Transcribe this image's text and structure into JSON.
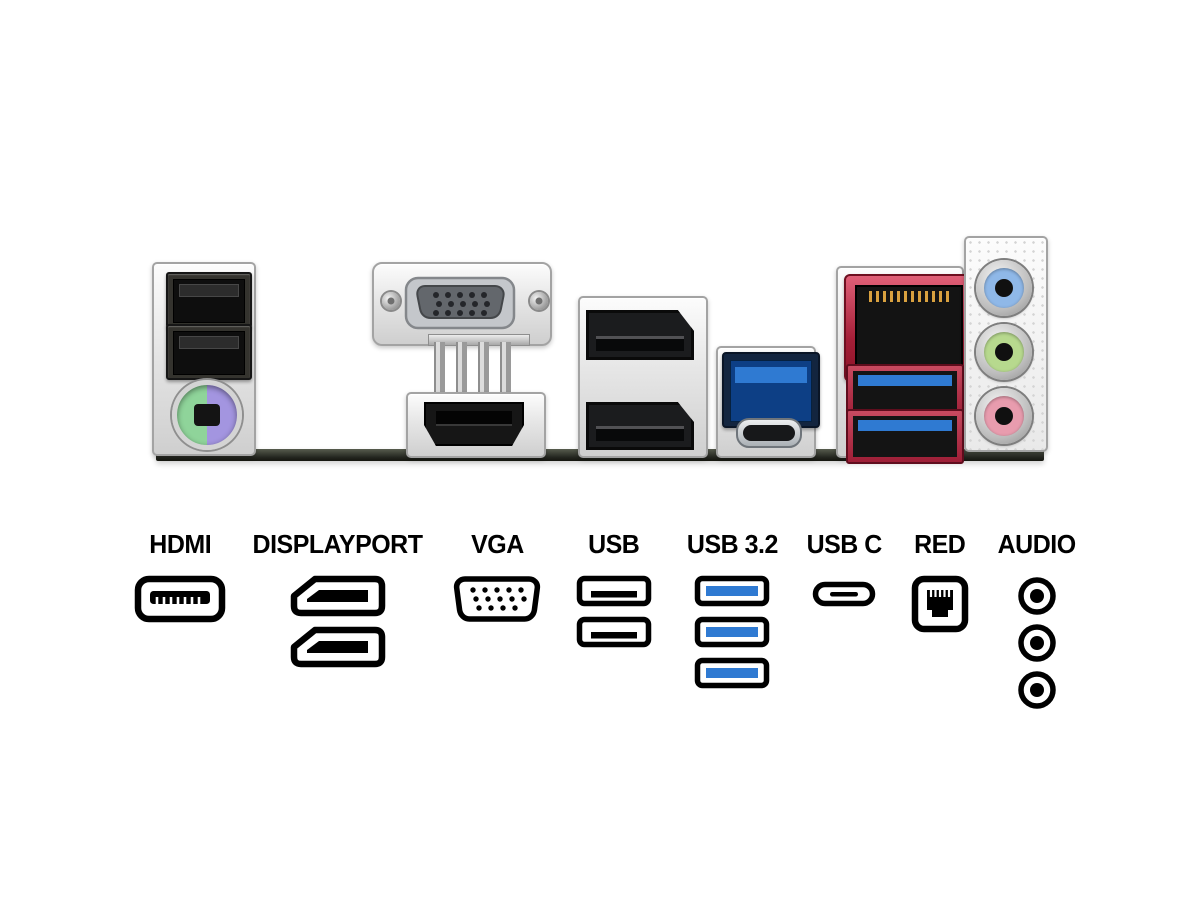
{
  "legend": {
    "items": [
      {
        "label": "HDMI",
        "icon": "hdmi-icon",
        "count": 1
      },
      {
        "label": "DISPLAYPORT",
        "icon": "displayport-icon",
        "count": 2
      },
      {
        "label": "VGA",
        "icon": "vga-icon",
        "count": 1
      },
      {
        "label": "USB",
        "icon": "usb-icon",
        "count": 2
      },
      {
        "label": "USB 3.2",
        "icon": "usb3-icon",
        "count": 3
      },
      {
        "label": "USB C",
        "icon": "usbc-icon",
        "count": 1
      },
      {
        "label": "RED",
        "icon": "ethernet-icon",
        "count": 1
      },
      {
        "label": "AUDIO",
        "icon": "audio-jack-icon",
        "count": 3
      }
    ]
  },
  "panel": {
    "ports": [
      {
        "name": "usb-2-0-port-top"
      },
      {
        "name": "usb-2-0-port-bottom"
      },
      {
        "name": "ps2-combo-port"
      },
      {
        "name": "vga-port"
      },
      {
        "name": "hdmi-port"
      },
      {
        "name": "displayport-top"
      },
      {
        "name": "displayport-bottom"
      },
      {
        "name": "usb-3-2-blue-port"
      },
      {
        "name": "usb-c-port"
      },
      {
        "name": "lan-rj45-port"
      },
      {
        "name": "usb-3-2-red-port-top"
      },
      {
        "name": "usb-3-2-red-port-bottom"
      },
      {
        "name": "audio-jack-line-in"
      },
      {
        "name": "audio-jack-line-out"
      },
      {
        "name": "audio-jack-mic"
      }
    ]
  },
  "colors": {
    "usb3-blue": "#2f7ad2",
    "lan-red": "#a51f38",
    "ps2-green": "#8fd49a",
    "ps2-purple": "#a395e0",
    "jack-blue": "#8fb8e8",
    "jack-green": "#b7d98e",
    "jack-pink": "#e89cae"
  }
}
